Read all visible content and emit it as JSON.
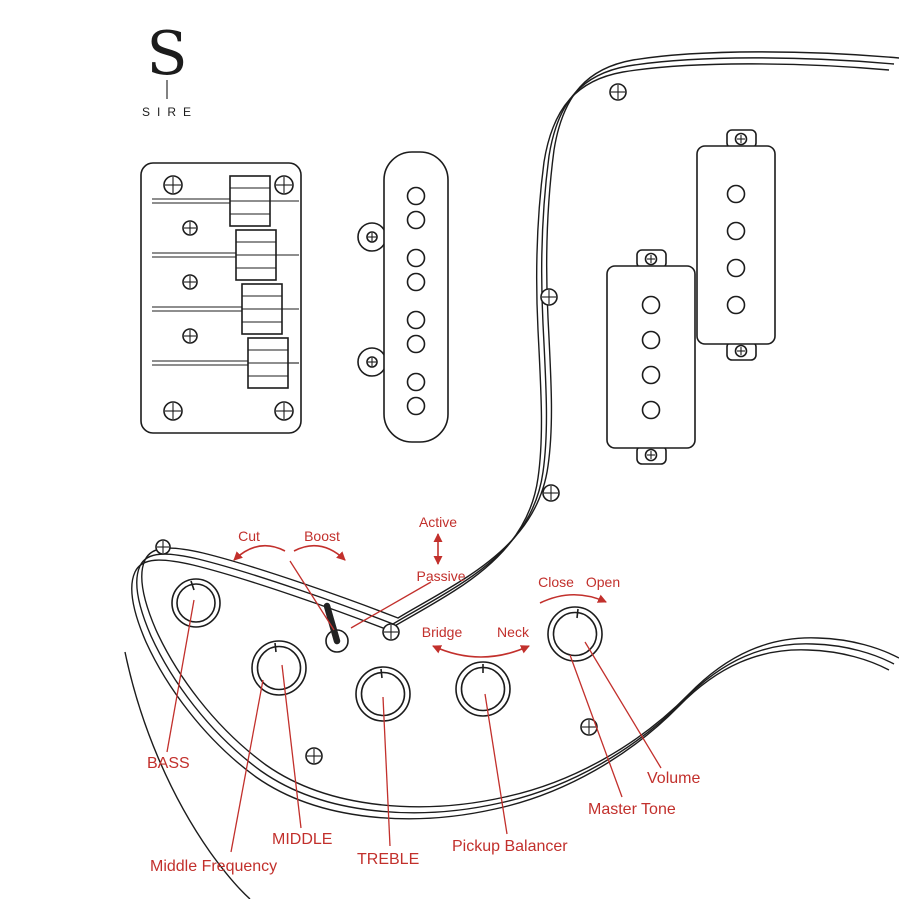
{
  "colors": {
    "ink": "#1c1c1c",
    "annotation_red": "#c2302c",
    "background": "#ffffff"
  },
  "brand": {
    "monogram": "S",
    "name": "SIRE"
  },
  "rotation_annotations": {
    "cut": "Cut",
    "boost": "Boost",
    "active": "Active",
    "passive": "Passive",
    "close": "Close",
    "open": "Open",
    "bridge": "Bridge",
    "neck": "Neck"
  },
  "control_labels": {
    "bass": "BASS",
    "middle": "MIDDLE",
    "middle_frequency": "Middle Frequency",
    "treble": "TREBLE",
    "pickup_balancer": "Pickup Balancer",
    "master_tone": "Master Tone",
    "volume": "Volume"
  }
}
